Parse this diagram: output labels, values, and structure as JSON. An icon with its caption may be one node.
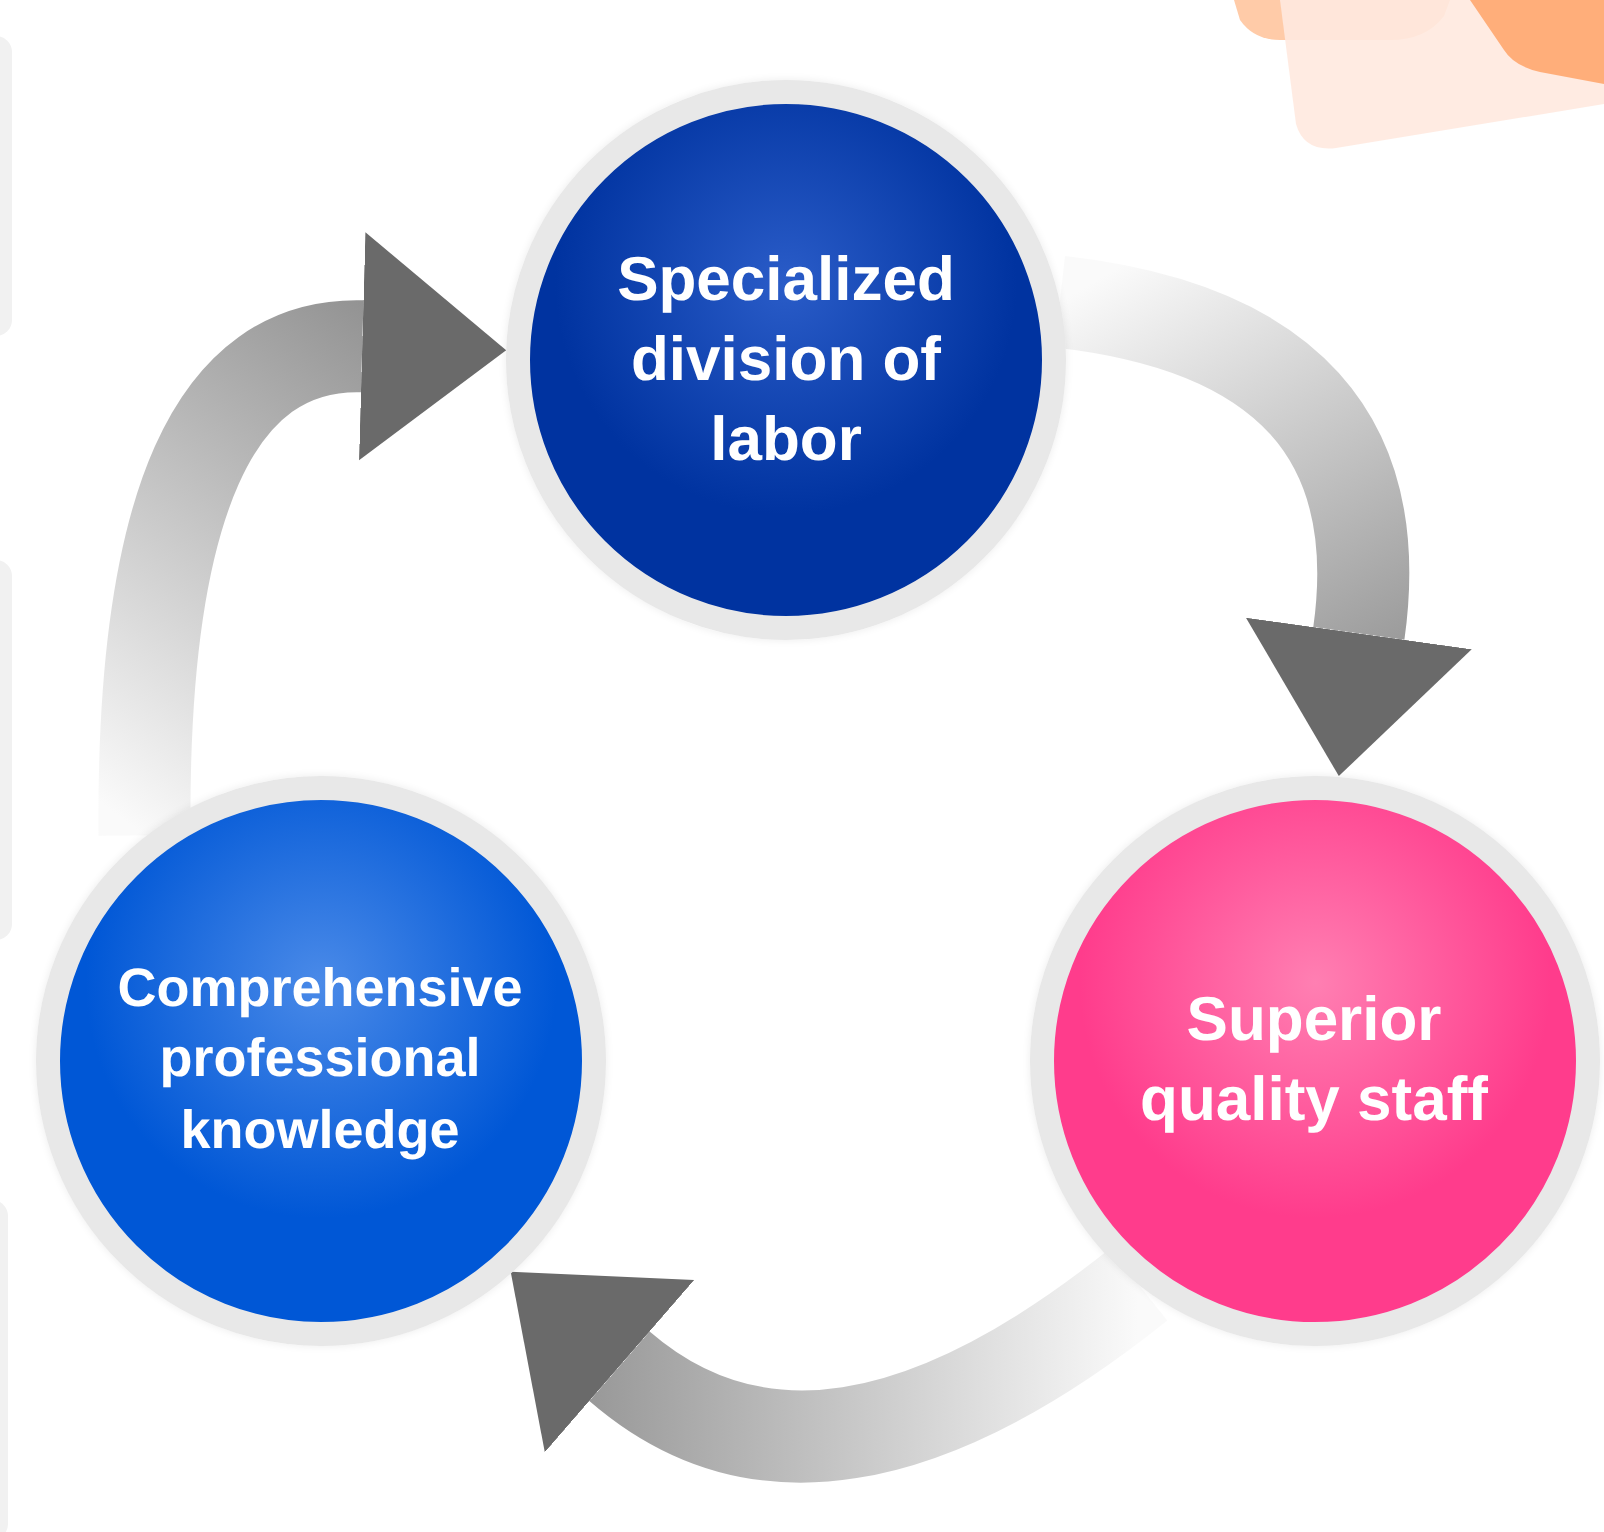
{
  "diagram": {
    "nodes": [
      {
        "text": [
          "Specialized division of labor"
        ]
      },
      {
        "text": [
          "Superior quality staff"
        ]
      },
      {
        "text": [
          "Comprehensive professional knowledge"
        ]
      }
    ],
    "edges": [
      {
        "from": 0,
        "to": 1,
        "arrow": "to"
      },
      {
        "from": 1,
        "to": 2,
        "arrow": "to"
      },
      {
        "from": 2,
        "to": 0,
        "arrow": "to"
      }
    ]
  }
}
